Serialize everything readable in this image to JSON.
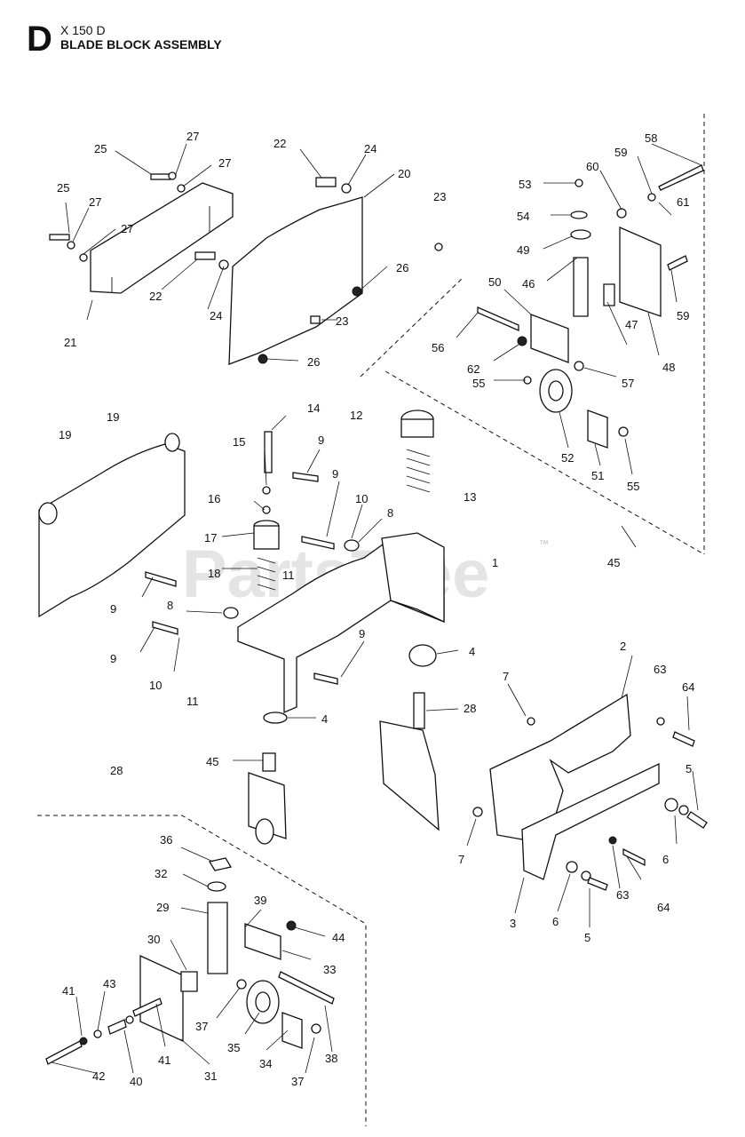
{
  "header": {
    "section_letter": "D",
    "model_code": "X 150 D",
    "assembly_title": "BLADE BLOCK ASSEMBLY"
  },
  "watermark": {
    "text": "PartsTree",
    "tm": "™"
  },
  "callouts": [
    {
      "id": "c25a",
      "text": "25"
    },
    {
      "id": "c27a",
      "text": "27"
    },
    {
      "id": "c27b",
      "text": "27"
    },
    {
      "id": "c25b",
      "text": "25"
    },
    {
      "id": "c27c",
      "text": "27"
    },
    {
      "id": "c27d",
      "text": "27"
    },
    {
      "id": "c22a",
      "text": "22"
    },
    {
      "id": "c24a",
      "text": "24"
    },
    {
      "id": "c20",
      "text": "20"
    },
    {
      "id": "c23a",
      "text": "23"
    },
    {
      "id": "c26a",
      "text": "26"
    },
    {
      "id": "c22b",
      "text": "22"
    },
    {
      "id": "c24b",
      "text": "24"
    },
    {
      "id": "c23b",
      "text": "23"
    },
    {
      "id": "c26b",
      "text": "26"
    },
    {
      "id": "c21",
      "text": "21"
    },
    {
      "id": "c19a",
      "text": "19"
    },
    {
      "id": "c19b",
      "text": "19"
    },
    {
      "id": "c58",
      "text": "58"
    },
    {
      "id": "c59a",
      "text": "59"
    },
    {
      "id": "c60",
      "text": "60"
    },
    {
      "id": "c53",
      "text": "53"
    },
    {
      "id": "c61",
      "text": "61"
    },
    {
      "id": "c54",
      "text": "54"
    },
    {
      "id": "c49",
      "text": "49"
    },
    {
      "id": "c46",
      "text": "46"
    },
    {
      "id": "c50",
      "text": "50"
    },
    {
      "id": "c59b",
      "text": "59"
    },
    {
      "id": "c56",
      "text": "56"
    },
    {
      "id": "c47",
      "text": "47"
    },
    {
      "id": "c48",
      "text": "48"
    },
    {
      "id": "c62",
      "text": "62"
    },
    {
      "id": "c57",
      "text": "57"
    },
    {
      "id": "c55a",
      "text": "55"
    },
    {
      "id": "c52",
      "text": "52"
    },
    {
      "id": "c51",
      "text": "51"
    },
    {
      "id": "c55b",
      "text": "55"
    },
    {
      "id": "c45a",
      "text": "45"
    },
    {
      "id": "c14",
      "text": "14"
    },
    {
      "id": "c12",
      "text": "12"
    },
    {
      "id": "c15",
      "text": "15"
    },
    {
      "id": "c9a",
      "text": "9"
    },
    {
      "id": "c9b",
      "text": "9"
    },
    {
      "id": "c16",
      "text": "16"
    },
    {
      "id": "c10a",
      "text": "10"
    },
    {
      "id": "c13",
      "text": "13"
    },
    {
      "id": "c8a",
      "text": "8"
    },
    {
      "id": "c17",
      "text": "17"
    },
    {
      "id": "c18",
      "text": "18"
    },
    {
      "id": "c11a",
      "text": "11"
    },
    {
      "id": "c1",
      "text": "1"
    },
    {
      "id": "c9c",
      "text": "9"
    },
    {
      "id": "c8b",
      "text": "8"
    },
    {
      "id": "c9d",
      "text": "9"
    },
    {
      "id": "c9e",
      "text": "9"
    },
    {
      "id": "c10b",
      "text": "10"
    },
    {
      "id": "c11b",
      "text": "11"
    },
    {
      "id": "c4a",
      "text": "4"
    },
    {
      "id": "c2",
      "text": "2"
    },
    {
      "id": "c63a",
      "text": "63"
    },
    {
      "id": "c7a",
      "text": "7"
    },
    {
      "id": "c64a",
      "text": "64"
    },
    {
      "id": "c28a",
      "text": "28"
    },
    {
      "id": "c4b",
      "text": "4"
    },
    {
      "id": "c45b",
      "text": "45"
    },
    {
      "id": "c28b",
      "text": "28"
    },
    {
      "id": "c5a",
      "text": "5"
    },
    {
      "id": "c6a",
      "text": "6"
    },
    {
      "id": "c7b",
      "text": "7"
    },
    {
      "id": "c63b",
      "text": "63"
    },
    {
      "id": "c64b",
      "text": "64"
    },
    {
      "id": "c3",
      "text": "3"
    },
    {
      "id": "c6b",
      "text": "6"
    },
    {
      "id": "c5b",
      "text": "5"
    },
    {
      "id": "c36",
      "text": "36"
    },
    {
      "id": "c32",
      "text": "32"
    },
    {
      "id": "c29",
      "text": "29"
    },
    {
      "id": "c39",
      "text": "39"
    },
    {
      "id": "c44",
      "text": "44"
    },
    {
      "id": "c30",
      "text": "30"
    },
    {
      "id": "c33",
      "text": "33"
    },
    {
      "id": "c41a",
      "text": "41"
    },
    {
      "id": "c43",
      "text": "43"
    },
    {
      "id": "c37a",
      "text": "37"
    },
    {
      "id": "c35",
      "text": "35"
    },
    {
      "id": "c41b",
      "text": "41"
    },
    {
      "id": "c34",
      "text": "34"
    },
    {
      "id": "c38",
      "text": "38"
    },
    {
      "id": "c42",
      "text": "42"
    },
    {
      "id": "c40",
      "text": "40"
    },
    {
      "id": "c31",
      "text": "31"
    },
    {
      "id": "c37b",
      "text": "37"
    }
  ]
}
